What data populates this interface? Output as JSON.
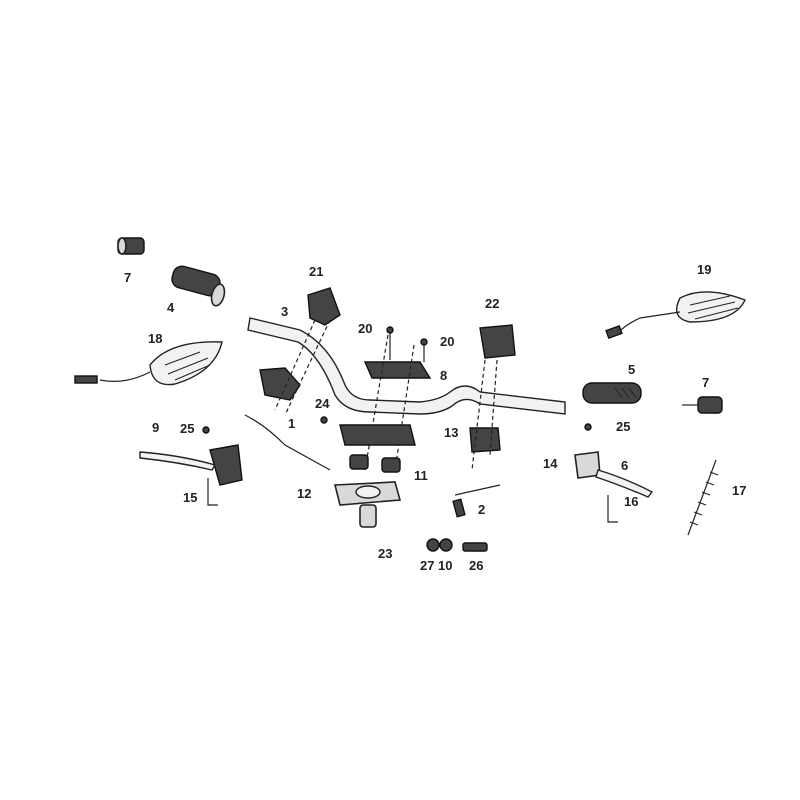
{
  "colors": {
    "ink": "#222222",
    "part_fill": "#d9d9d9",
    "dark_fill": "#444444",
    "background": "#ffffff"
  },
  "callouts": {
    "c1": "1",
    "c2": "2",
    "c3": "3",
    "c4": "4",
    "c5": "5",
    "c6": "6",
    "c7a": "7",
    "c7b": "7",
    "c8": "8",
    "c9": "9",
    "c10": "10",
    "c11": "11",
    "c12": "12",
    "c13": "13",
    "c14": "14",
    "c15": "15",
    "c16": "16",
    "c17": "17",
    "c18": "18",
    "c19": "19",
    "c20a": "20",
    "c20b": "20",
    "c21": "21",
    "c22": "22",
    "c23": "23",
    "c24": "24",
    "c25a": "25",
    "c25b": "25",
    "c26": "26",
    "c27": "27"
  }
}
